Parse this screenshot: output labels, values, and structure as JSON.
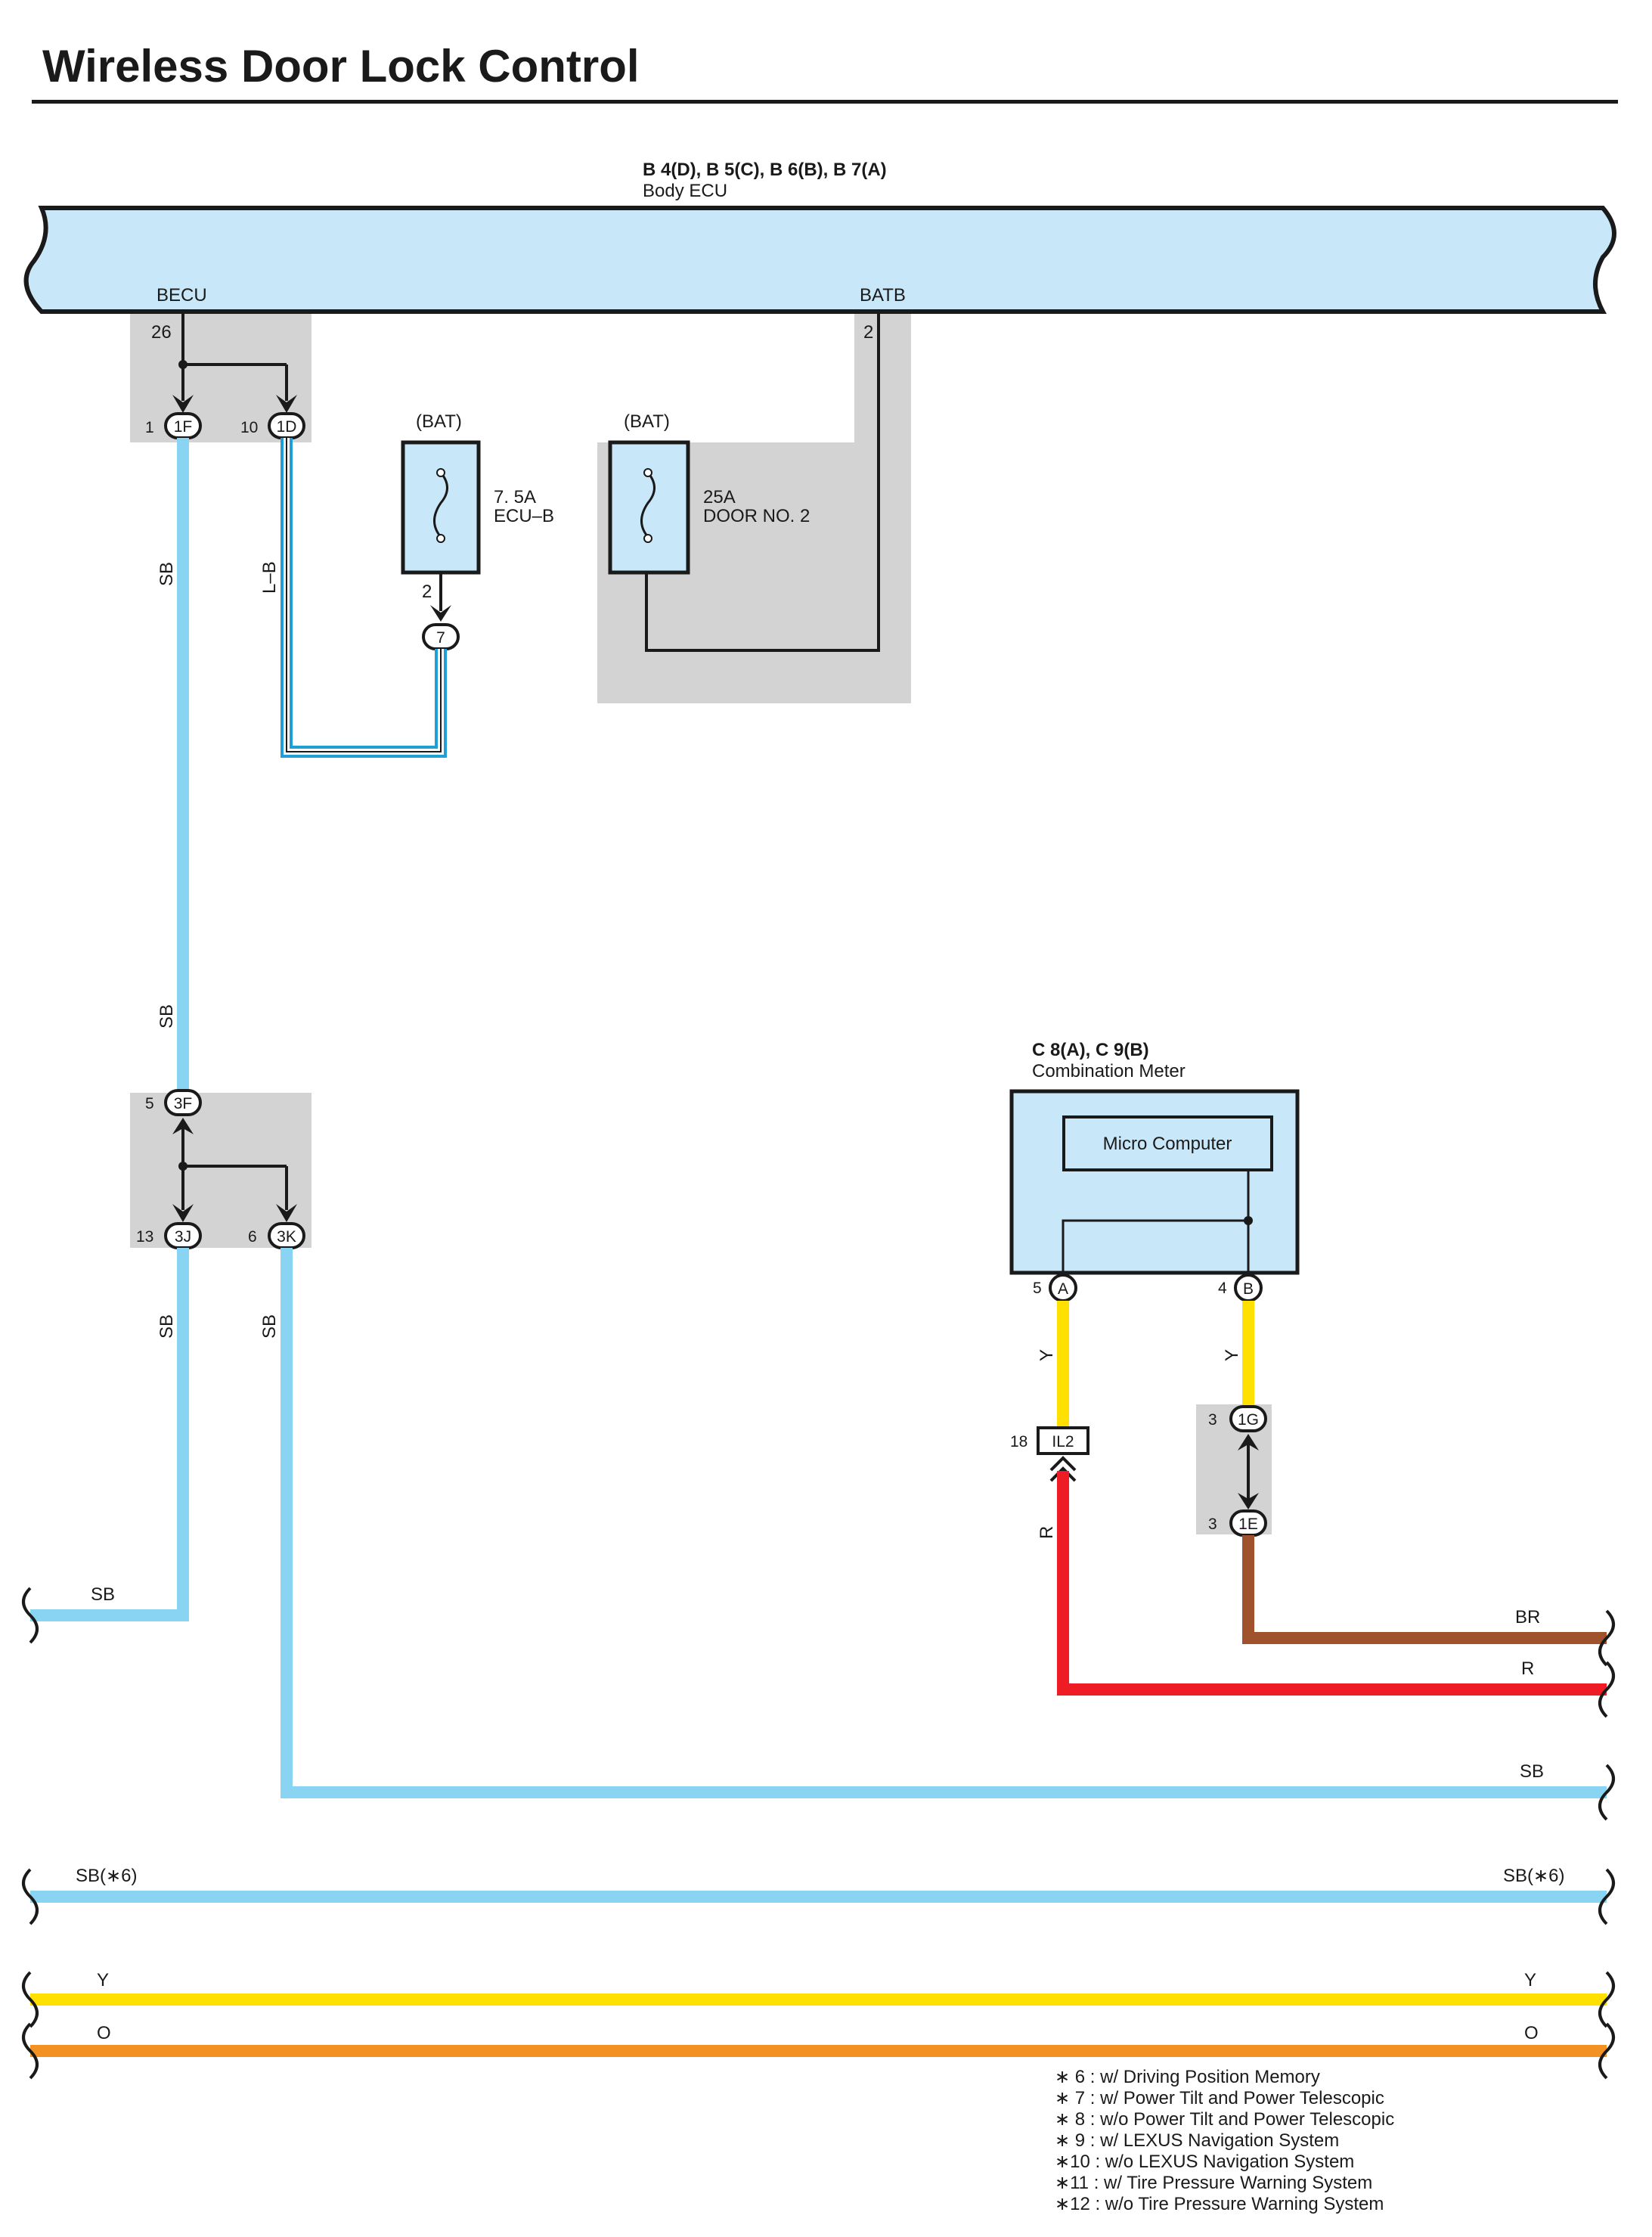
{
  "title": "Wireless Door Lock Control",
  "body_ecu": {
    "codes": "B 4(D), B 5(C), B 6(B), B 7(A)",
    "name": "Body ECU",
    "terminal_becu": "BECU",
    "terminal_batb": "BATB",
    "pin_becu": "26",
    "pin_batb": "2"
  },
  "connectors": {
    "c1f": {
      "num": "1",
      "id": "1F"
    },
    "c1d": {
      "num": "10",
      "id": "1D"
    },
    "c3f": {
      "num": "5",
      "id": "3F"
    },
    "c3j": {
      "num": "13",
      "id": "3J"
    },
    "c3k": {
      "num": "6",
      "id": "3K"
    },
    "c7": {
      "id": "7"
    },
    "cA": {
      "num": "5",
      "id": "A"
    },
    "cB": {
      "num": "4",
      "id": "B"
    },
    "il2": {
      "num": "18",
      "id": "IL2"
    },
    "c1g": {
      "num": "3",
      "id": "1G"
    },
    "c1e": {
      "num": "3",
      "id": "1E"
    }
  },
  "fuses": {
    "ecub": {
      "source": "(BAT)",
      "amp": "7. 5A",
      "name": "ECU–B",
      "pin": "2"
    },
    "door2": {
      "source": "(BAT)",
      "amp": "25A",
      "name": "DOOR NO. 2"
    }
  },
  "combination_meter": {
    "codes": "C 8(A), C 9(B)",
    "name": "Combination Meter",
    "inner": "Micro Computer"
  },
  "wires": {
    "w1f_up": "SB",
    "w1d": "L–B",
    "w1f_low": "SB",
    "w3j": "SB",
    "w3k": "SB",
    "ya": "Y",
    "yb": "Y",
    "r_vert": "R",
    "sb_left": "SB",
    "br_right": "BR",
    "r_right": "R",
    "sb_right": "SB",
    "sb6_left": "SB(∗6)",
    "sb6_right": "SB(∗6)",
    "y_left": "Y",
    "y_right": "Y",
    "o_left": "O",
    "o_right": "O"
  },
  "notes": [
    "∗ 6 : w/ Driving Position Memory",
    "∗ 7 : w/ Power Tilt and Power Telescopic",
    "∗ 8 : w/o Power Tilt and Power Telescopic",
    "∗ 9 : w/ LEXUS Navigation System",
    "∗10 : w/o LEXUS Navigation System",
    "∗11 : w/ Tire Pressure Warning System",
    "∗12 : w/o Tire Pressure Warning System"
  ],
  "colors": {
    "ecu_fill": "#c8e7f8",
    "junction_gray": "#d3d3d4",
    "sb": "#89d3f3",
    "l_b": "#1e9fd8",
    "yellow": "#ffe000",
    "red": "#ee1c25",
    "brown": "#a0522d",
    "orange": "#f39222"
  }
}
